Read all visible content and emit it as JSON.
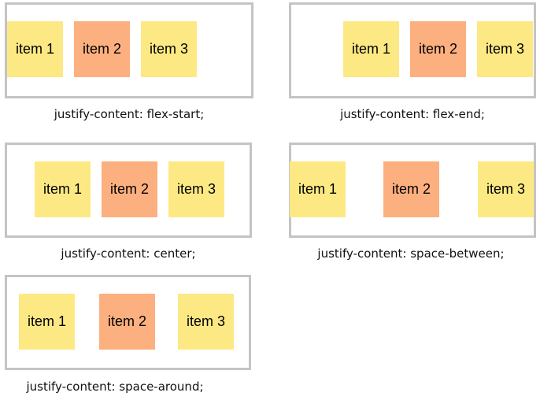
{
  "colors": {
    "border": "#c4c4c4",
    "item_yellow": "#fde984",
    "item_orange": "#fdb07f"
  },
  "demos": [
    {
      "caption": "justify-content: flex-start;",
      "items": [
        {
          "label": "item 1",
          "color": "yellow"
        },
        {
          "label": "item 2",
          "color": "orange"
        },
        {
          "label": "item 3",
          "color": "yellow"
        }
      ]
    },
    {
      "caption": "justify-content: flex-end;",
      "items": [
        {
          "label": "item 1",
          "color": "yellow"
        },
        {
          "label": "item 2",
          "color": "orange"
        },
        {
          "label": "item 3",
          "color": "yellow"
        }
      ]
    },
    {
      "caption": "justify-content: center;",
      "items": [
        {
          "label": "item 1",
          "color": "yellow"
        },
        {
          "label": "item 2",
          "color": "orange"
        },
        {
          "label": "item 3",
          "color": "yellow"
        }
      ]
    },
    {
      "caption": "justify-content: space-between;",
      "items": [
        {
          "label": "item 1",
          "color": "yellow"
        },
        {
          "label": "item 2",
          "color": "orange"
        },
        {
          "label": "item 3",
          "color": "yellow"
        }
      ]
    },
    {
      "caption": "justify-content: space-around;",
      "items": [
        {
          "label": "item 1",
          "color": "yellow"
        },
        {
          "label": "item 2",
          "color": "orange"
        },
        {
          "label": "item 3",
          "color": "yellow"
        }
      ]
    }
  ]
}
